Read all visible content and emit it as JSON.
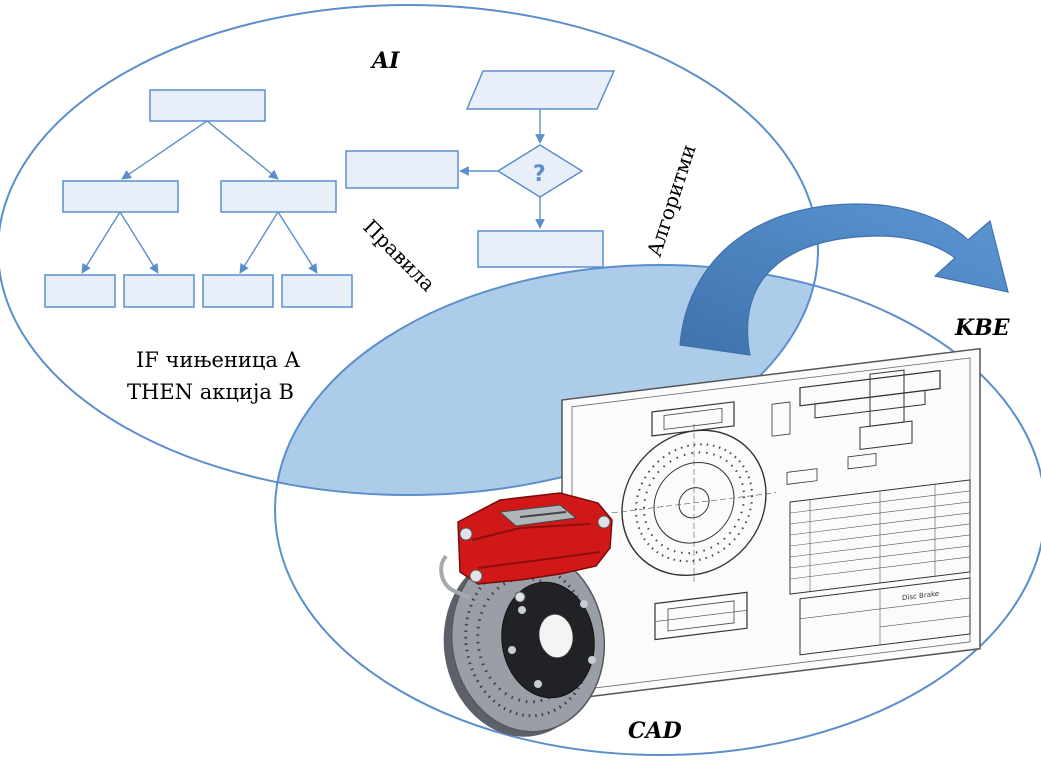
{
  "labels": {
    "ai": "AI",
    "cad": "CAD",
    "kbe": "KBE",
    "rules": "Правила",
    "algorithms": "Алгоритми",
    "decision": "?",
    "if_line": "IF чињеница A",
    "then_line": "THEN акција B"
  },
  "colors": {
    "outline": "#5b8fcc",
    "box_fill": "#e9eff8",
    "overlap_fill": "#a9c9e8",
    "arrow_fill": "#4f86c6",
    "caliper_red": "#d01818",
    "disc_gray": "#8a8e96"
  },
  "drawing_sheet": {
    "title_block": "Disc Brake"
  }
}
